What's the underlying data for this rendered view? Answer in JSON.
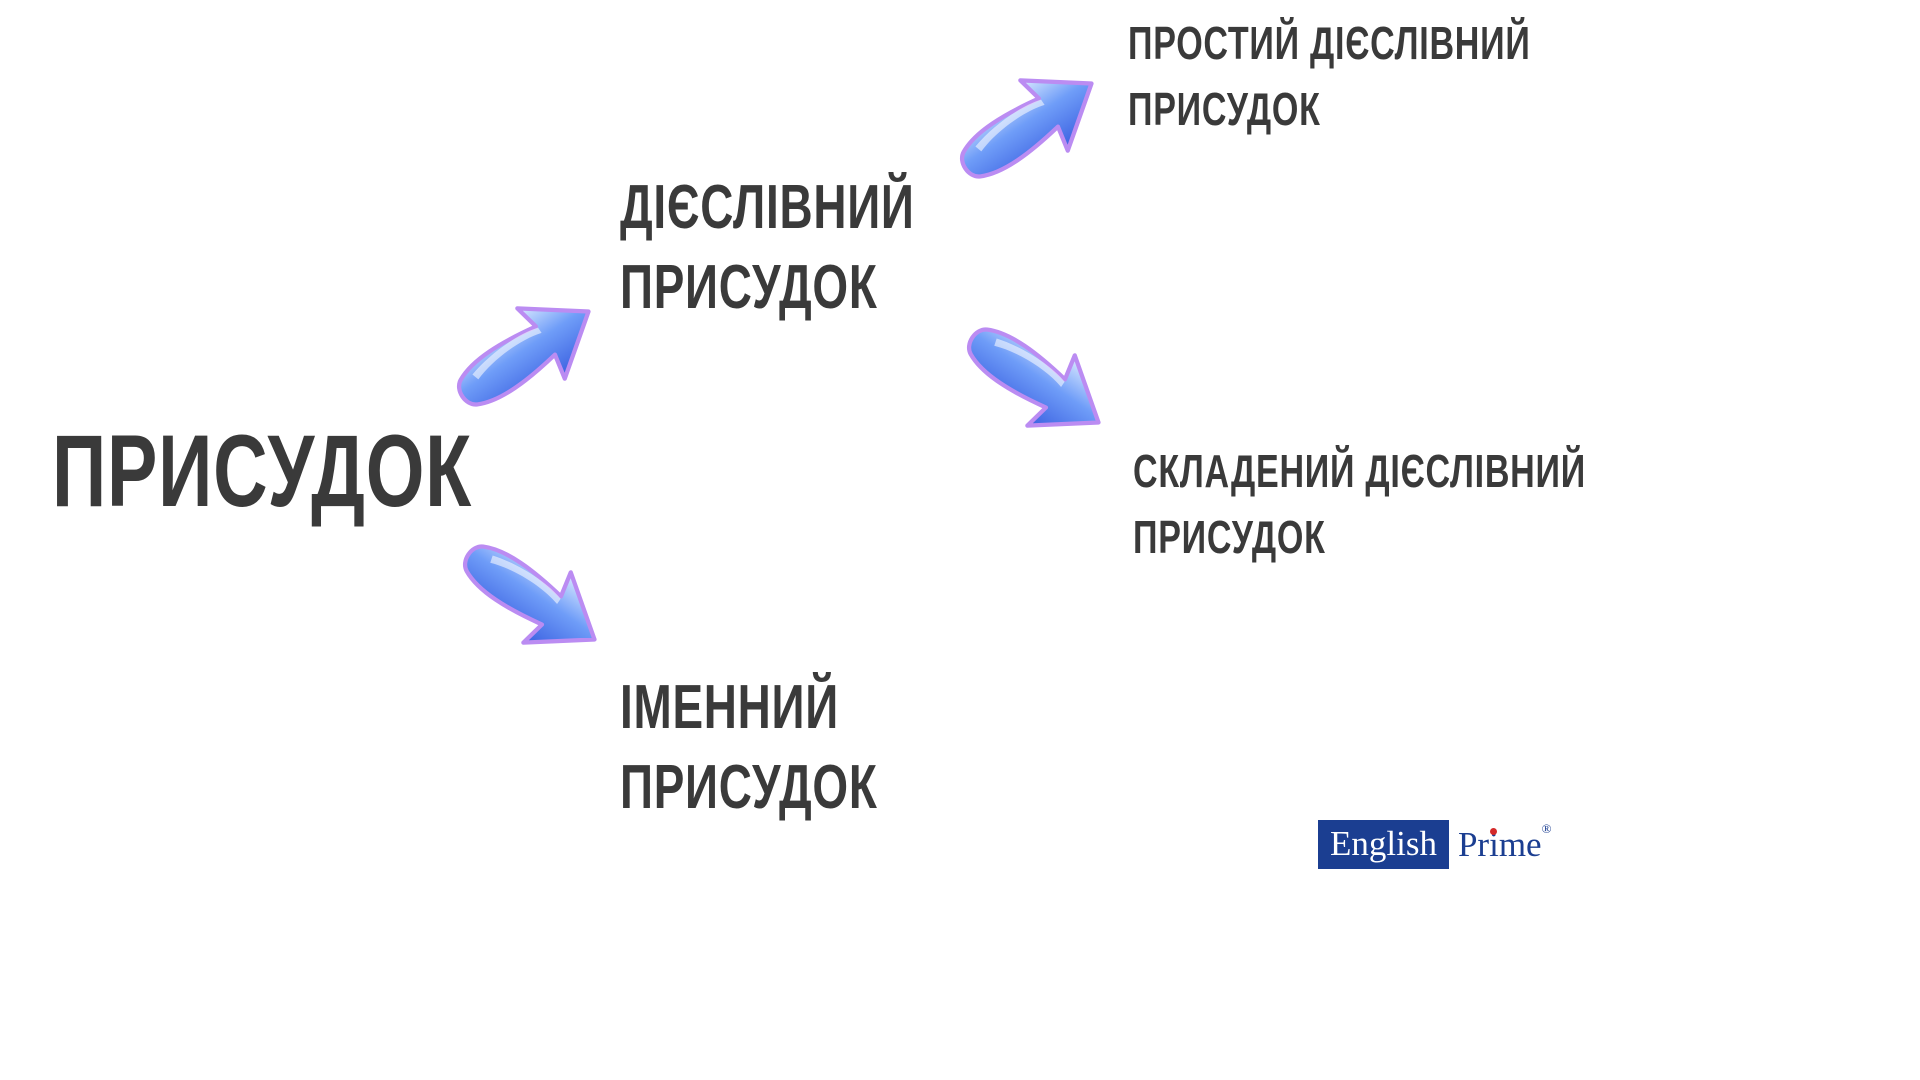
{
  "diagram": {
    "root": {
      "label": "ПРИСУДОК"
    },
    "level1": [
      {
        "id": "verbal",
        "line1": "ДІЄСЛІВНИЙ",
        "line2": "ПРИСУДОК"
      },
      {
        "id": "nominal",
        "line1": "ІМЕННИЙ",
        "line2": "ПРИСУДОК"
      }
    ],
    "level2": [
      {
        "id": "simple-verbal",
        "line1": "ПРОСТИЙ ДІЄСЛІВНИЙ",
        "line2": "ПРИСУДОК"
      },
      {
        "id": "compound-verbal",
        "line1": "СКЛАДЕНИЙ ДІЄСЛІВНИЙ",
        "line2": "ПРИСУДОК"
      }
    ],
    "arrows": [
      {
        "name": "arrow-root-to-verbal",
        "direction": "up-right"
      },
      {
        "name": "arrow-root-to-nominal",
        "direction": "down-right"
      },
      {
        "name": "arrow-verbal-to-simple",
        "direction": "up-right"
      },
      {
        "name": "arrow-verbal-to-compound",
        "direction": "down-right"
      }
    ]
  },
  "logo": {
    "english": "English",
    "prime_pre": "Pr",
    "prime_i": "i",
    "prime_post": "me",
    "registered": "®"
  },
  "colors": {
    "text": "#3a3a3a",
    "arrow_blue_dark": "#3a5fe0",
    "arrow_blue_mid": "#6f9df8",
    "arrow_blue_light": "#dceaff",
    "arrow_purple_rim": "#bb8cf2",
    "logo_navy": "#1b3e91",
    "logo_red": "#d42a2a",
    "background": "#ffffff"
  }
}
